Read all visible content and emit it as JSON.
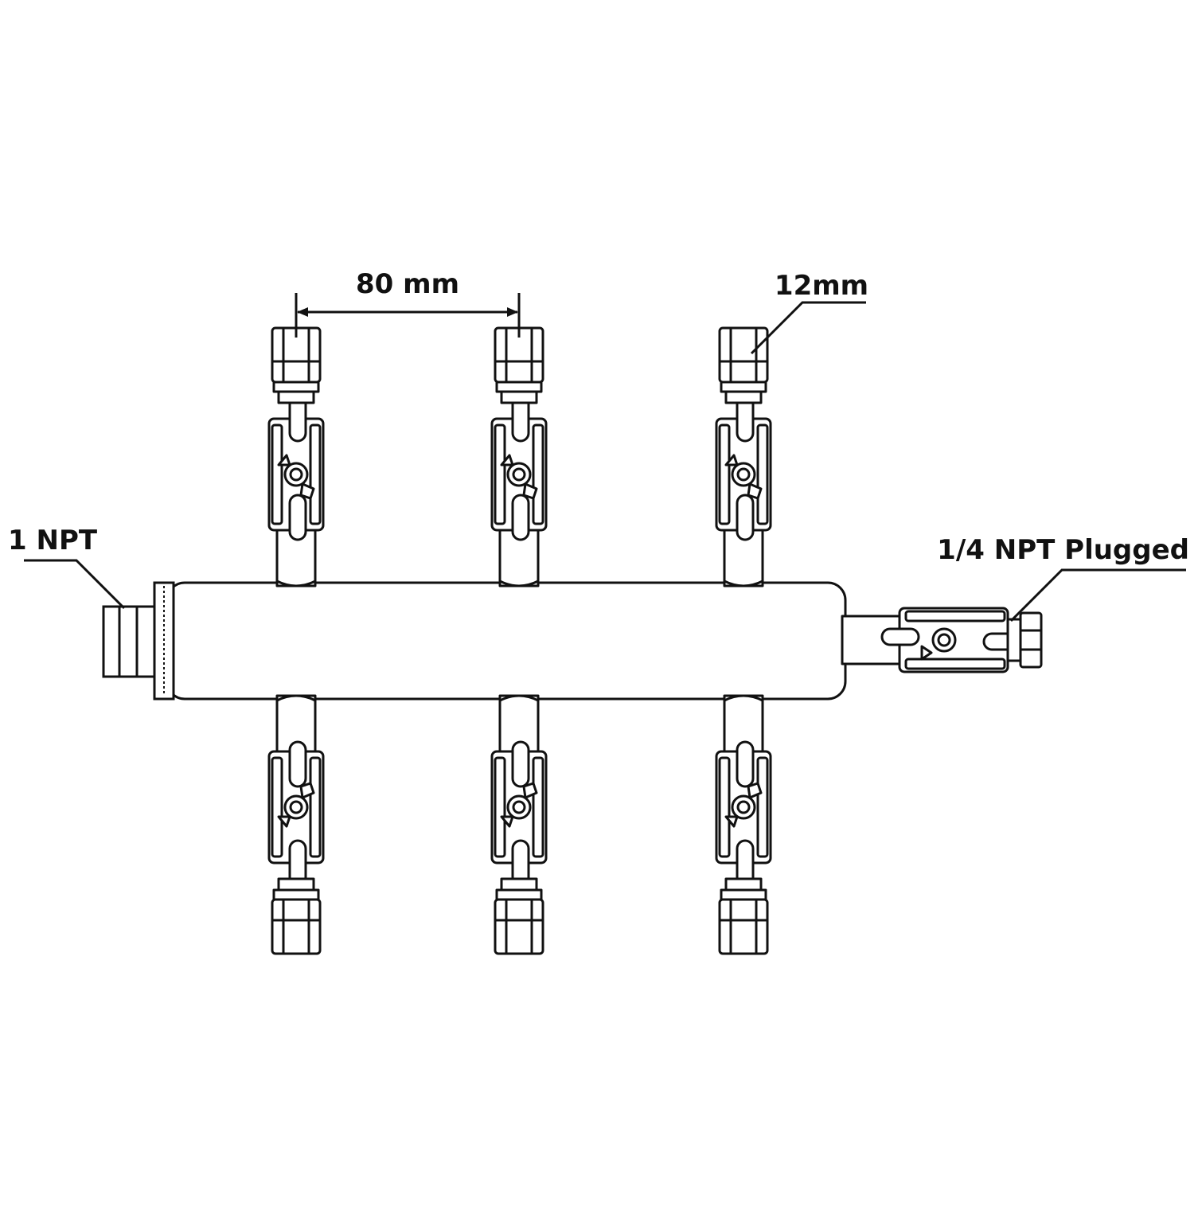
{
  "labels": {
    "inlet": "1 NPT",
    "spacing": "80 mm",
    "tube_size": "12mm",
    "outlet": "1/4 NPT Plugged"
  },
  "counts": {
    "top_valves": 3,
    "bottom_valves": 3
  },
  "colors": {
    "stroke": "#111111",
    "background": "#ffffff"
  }
}
